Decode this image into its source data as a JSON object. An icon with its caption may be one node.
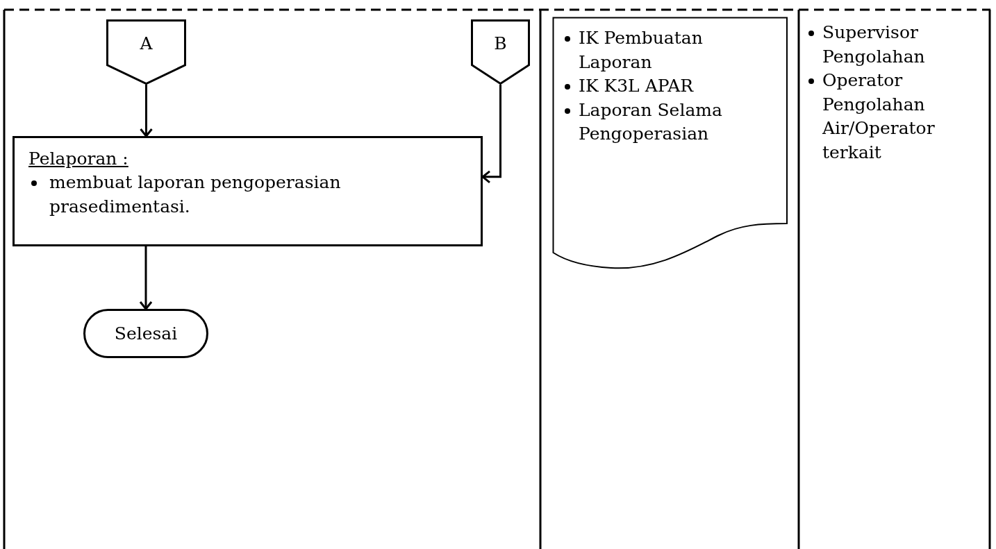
{
  "diagram": {
    "nodes": [
      {
        "text": [
          "A"
        ]
      },
      {
        "text": [
          "B"
        ]
      },
      {
        "text": [
          "Pelaporan :",
          "membuat laporan pengoperasian prasedimentasi."
        ]
      },
      {
        "text": [
          "Selesai"
        ]
      },
      {
        "text": [
          "IK Pembuatan Laporan",
          "IK K3L APAR",
          "Laporan Selama Pengoperasian"
        ]
      }
    ],
    "edges": [
      {
        "from": 0,
        "to": 2,
        "arrow": "to"
      },
      {
        "from": 1,
        "to": 2,
        "arrow": "to"
      },
      {
        "from": 2,
        "to": 3,
        "arrow": "to"
      }
    ],
    "labels": [
      "Supervisor Pengolahan",
      "Operator Pengolahan Air/Operator terkait"
    ]
  }
}
